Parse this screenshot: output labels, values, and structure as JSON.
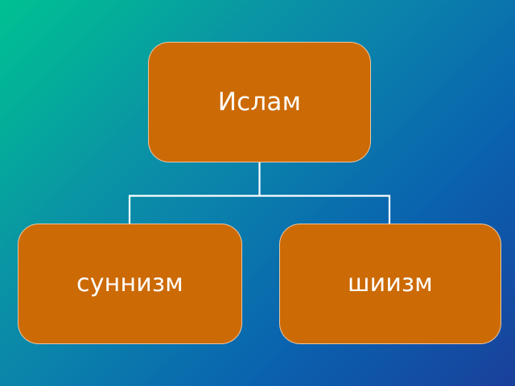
{
  "slide": {
    "title": "Ислам",
    "background": {
      "type": "diagonal-gradient",
      "from_color": "#00c193",
      "mid_color": "#0a72ad",
      "to_color": "#1a3f9b"
    }
  },
  "diagram": {
    "type": "hierarchy",
    "node_fill_color": "#cc6a05",
    "node_text_color": "#ffffff",
    "connector_color": "#ffffff",
    "root": {
      "id": "root",
      "label": "Ислам"
    },
    "children": [
      {
        "id": "sunni",
        "label": "суннизм"
      },
      {
        "id": "shia",
        "label": "шиизм"
      }
    ]
  }
}
